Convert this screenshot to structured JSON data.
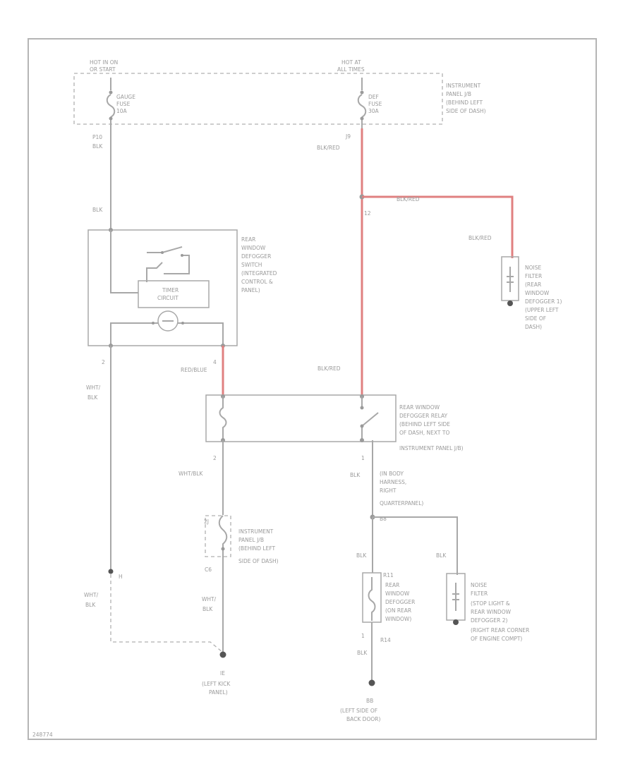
{
  "labels": {
    "hot_run_start_1": "HOT IN ON",
    "hot_run_start_2": "OR START",
    "hot_all_1": "HOT AT",
    "hot_all_2": "ALL TIMES",
    "gauge_fuse_1": "GAUGE",
    "gauge_fuse_2": "FUSE",
    "gauge_fuse_3": "10A",
    "def_fuse_1": "DEF",
    "def_fuse_2": "FUSE",
    "def_fuse_3": "30A",
    "ipjb_top_1": "INSTRUMENT",
    "ipjb_top_2": "PANEL J/B",
    "ipjb_top_3": "(BEHIND LEFT",
    "ipjb_top_4": "SIDE OF DASH)",
    "conn_left_top": "P10",
    "wire_blk_1": "BLK",
    "conn_right_top": "J9",
    "wire_blk_red_1": "BLK/RED",
    "wire_blk_2": "BLK",
    "wire_blk_red_2": "BLK/RED",
    "splice_12": "12",
    "wire_blk_red_3": "BLK/RED",
    "switch_1": "REAR",
    "switch_2": "WINDOW",
    "switch_3": "DEFOGGER",
    "switch_4": "SWITCH",
    "switch_5": "(INTEGRATED",
    "switch_6": "CONTROL &",
    "switch_7": "PANEL)",
    "timer_1": "TIMER",
    "timer_2": "CIRCUIT",
    "nf1_1": "NOISE",
    "nf1_2": "FILTER",
    "nf1_3": "(REAR",
    "nf1_4": "WINDOW",
    "nf1_5": "DEFOGGER 1)",
    "nf1_6": "(UPPER LEFT",
    "nf1_7": "SIDE OF",
    "nf1_8": "DASH)",
    "pin_2": "2",
    "pin_4": "4",
    "wire_red_blue": "RED/BLUE",
    "wire_blk_red_4": "BLK/RED",
    "wire_wht_blk_1_a": "WHT/",
    "wire_wht_blk_1_b": "BLK",
    "relay_1": "REAR WINDOW",
    "relay_2": "DEFOGGER RELAY",
    "relay_3": "(BEHIND LEFT SIDE",
    "relay_4": "OF DASH, NEXT TO",
    "relay_5": "INSTRUMENT PANEL J/B)",
    "relay_pin_2": "2",
    "relay_pin_1": "1",
    "wire_wht_blk_2": "WHT/BLK",
    "wire_blk_3": "BLK",
    "harness_1": "(IN BODY",
    "harness_2": "HARNESS,",
    "harness_3": "RIGHT",
    "harness_4": "QUARTERPANEL)",
    "splice_b8": "B8",
    "ipjb_mid_pin_a": "2J",
    "ipjb_mid_1": "INSTRUMENT",
    "ipjb_mid_2": "PANEL J/B",
    "ipjb_mid_3": "(BEHIND LEFT",
    "ipjb_mid_4": "SIDE OF DASH)",
    "ipjb_mid_pin_b": "C6",
    "conn_h": "H",
    "wire_wht_blk_3_a": "WHT/",
    "wire_wht_blk_3_b": "BLK",
    "wire_wht_blk_4_a": "WHT/",
    "wire_wht_blk_4_b": "BLK",
    "wire_blk_4": "BLK",
    "wire_blk_5": "BLK",
    "def_conn_top": "R11",
    "def_1": "REAR",
    "def_2": "WINDOW",
    "def_3": "DEFOGGER",
    "def_4": "(ON REAR",
    "def_5": "WINDOW)",
    "def_pin": "1",
    "def_conn_bot": "R14",
    "nf2_1": "NOISE",
    "nf2_2": "FILTER",
    "nf2_3": "(STOP LIGHT &",
    "nf2_4": "REAR WINDOW",
    "nf2_5": "DEFOGGER 2)",
    "nf2_6": "(RIGHT REAR CORNER",
    "nf2_7": "OF ENGINE COMPT)",
    "wire_blk_6": "BLK",
    "gnd_left_1": "IE",
    "gnd_left_2": "(LEFT KICK",
    "gnd_left_3": "PANEL)",
    "gnd_right_1": "BB",
    "gnd_right_2": "(LEFT SIDE OF",
    "gnd_right_3": "BACK DOOR)",
    "footer": "248774"
  }
}
